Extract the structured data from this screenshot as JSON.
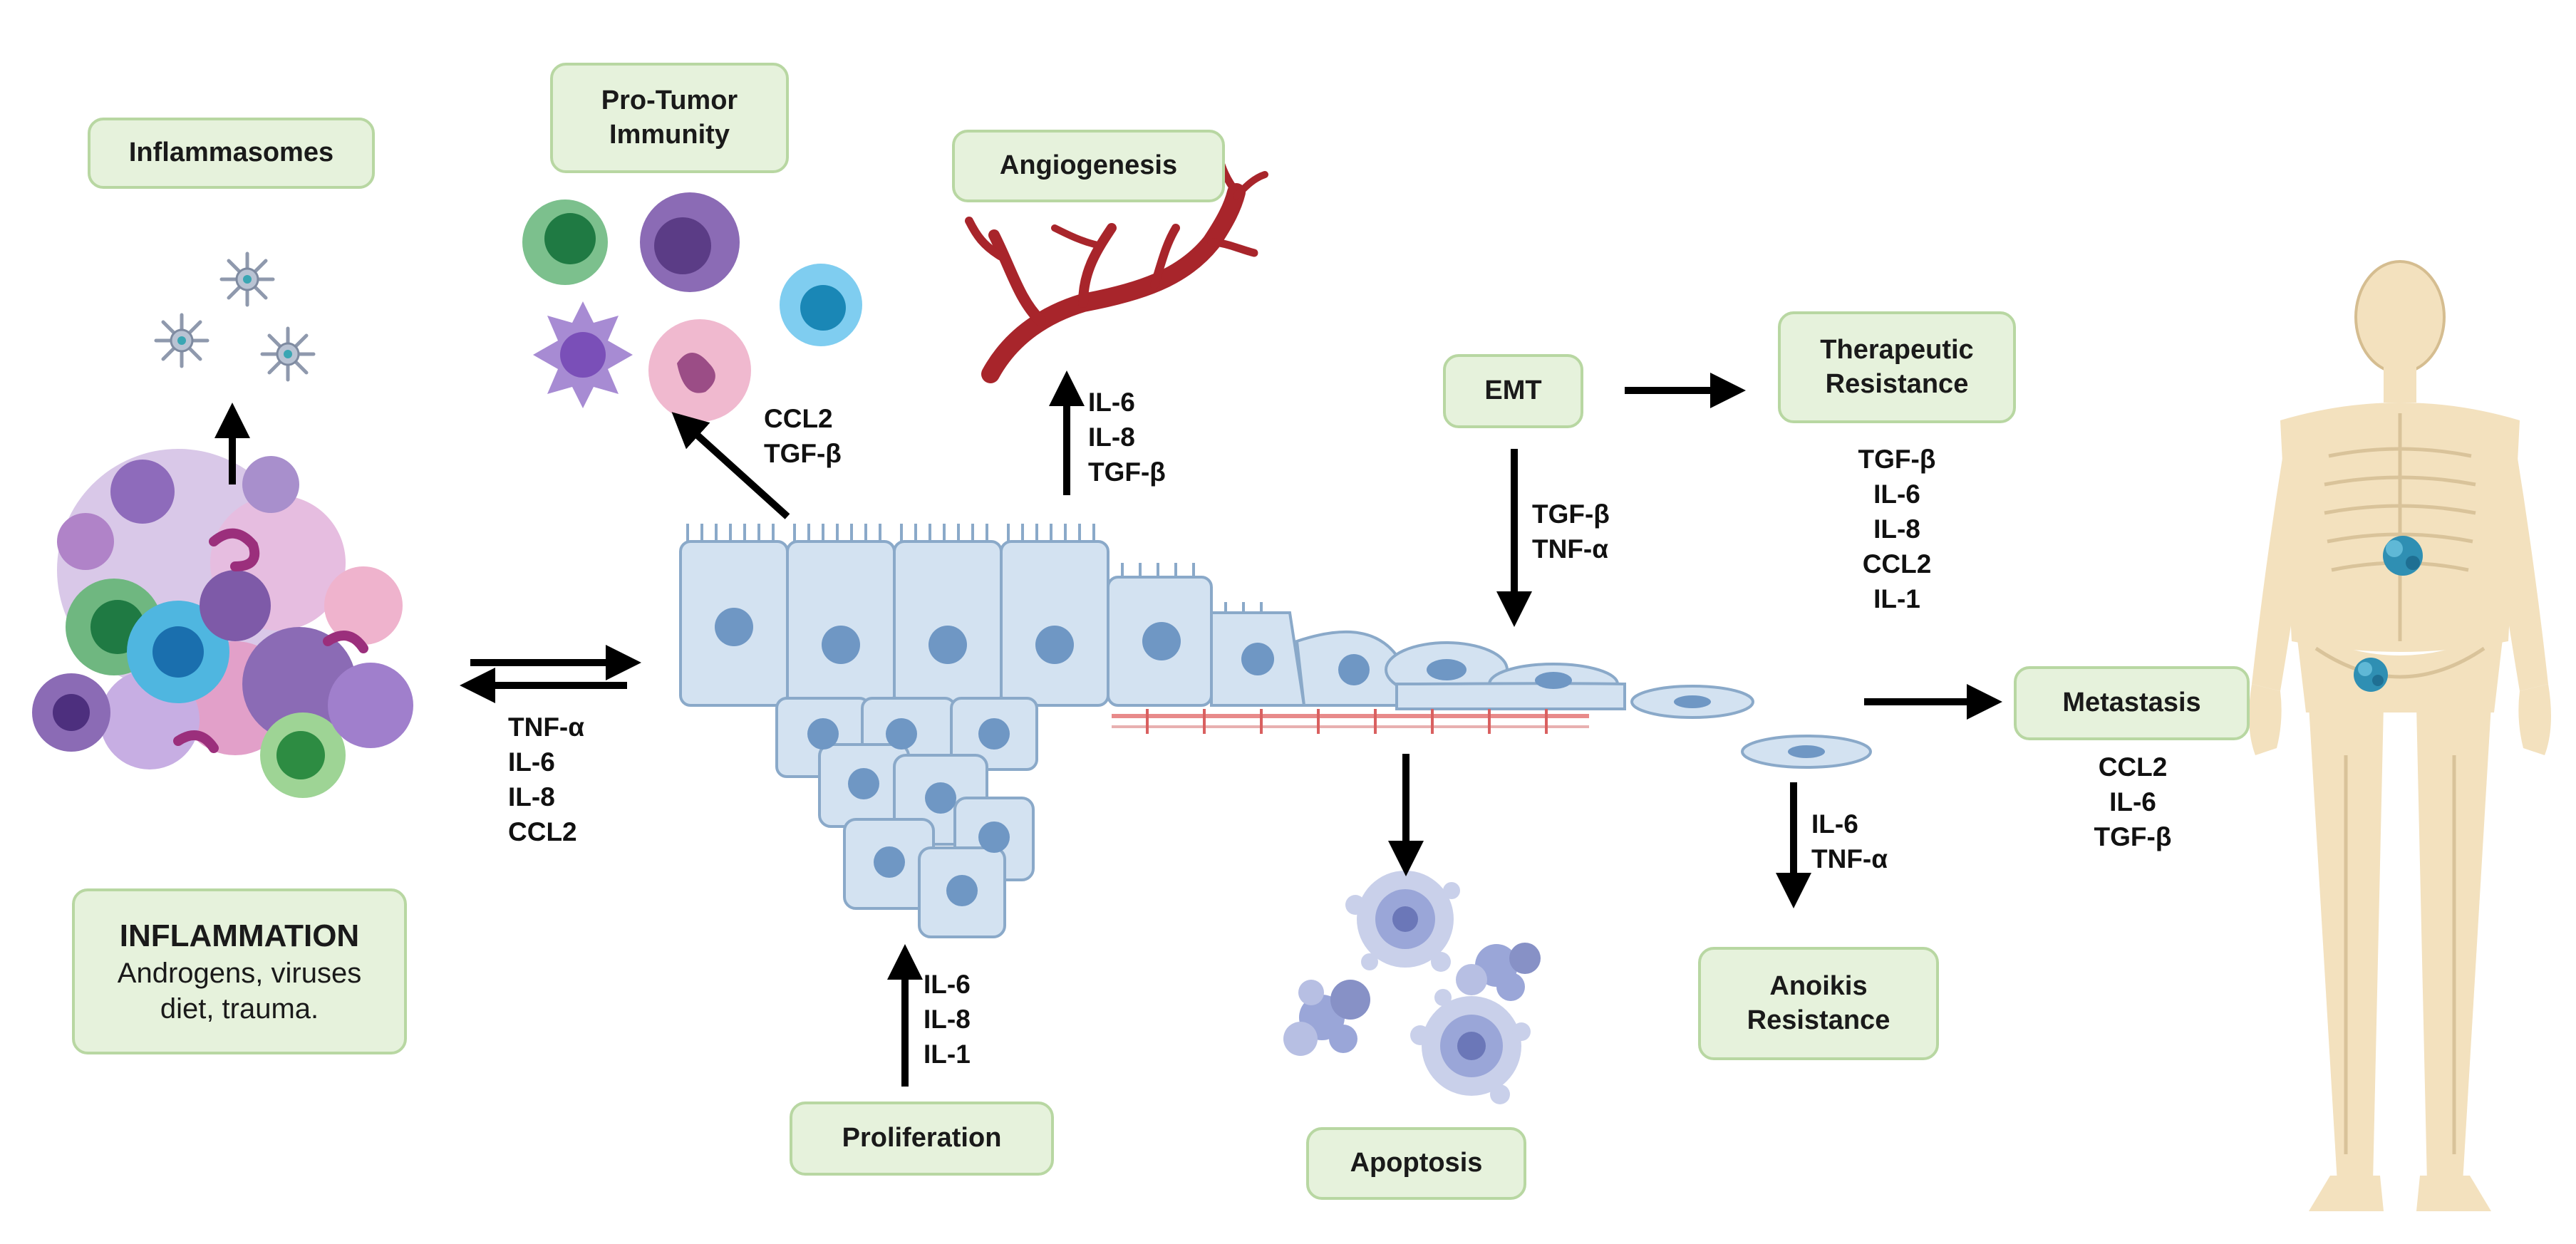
{
  "boxes": {
    "inflammasomes": "Inflammasomes",
    "pro_tumor_immunity": [
      "Pro-Tumor",
      "Immunity"
    ],
    "angiogenesis": "Angiogenesis",
    "emt": "EMT",
    "therapeutic_resistance": [
      "Therapeutic",
      "Resistance"
    ],
    "metastasis": "Metastasis",
    "inflammation_title": "INFLAMMATION",
    "inflammation_causes": [
      "Androgens, viruses",
      "diet, trauma."
    ],
    "proliferation": "Proliferation",
    "apoptosis": "Apoptosis",
    "anoikis_resistance": [
      "Anoikis",
      "Resistance"
    ]
  },
  "labels": {
    "immunity_cytokines": [
      "CCL2",
      "TGF-β"
    ],
    "angiogenesis_cytokines": [
      "IL-6",
      "IL-8",
      "TGF-β"
    ],
    "emt_cytokines": [
      "TGF-β",
      "TNF-α"
    ],
    "therapeutic_cytokines": [
      "TGF-β",
      "IL-6",
      "IL-8",
      "CCL2",
      "IL-1"
    ],
    "inflammation_cytokines": [
      "TNF-α",
      "IL-6",
      "IL-8",
      "CCL2"
    ],
    "proliferation_cytokines": [
      "IL-6",
      "IL-8",
      "IL-1"
    ],
    "anoikis_cytokines": [
      "IL-6",
      "TNF-α"
    ],
    "metastasis_cytokines": [
      "CCL2",
      "IL-6",
      "TGF-β"
    ]
  },
  "colors": {
    "box_fill": "#e6f2dc",
    "box_border": "#b8d7a2",
    "epithelium_fill": "#d3e2f1",
    "epithelium_stroke": "#8aa9c9",
    "nucleus": "#6f97c4",
    "vessel": "#a8252b",
    "immune_purple": "#8b6bb5",
    "bone": "#f3e1be"
  }
}
